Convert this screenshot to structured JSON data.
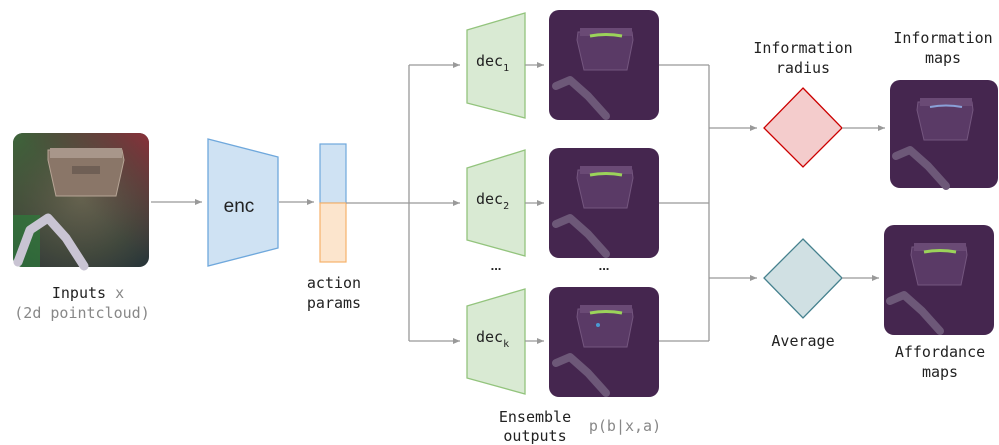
{
  "input": {
    "label": "Inputs",
    "var": "x",
    "sublabel": "(2d pointcloud)"
  },
  "encoder": {
    "label": "enc"
  },
  "action_params": {
    "label_line1": "action",
    "label_line2": "params"
  },
  "decoders": [
    {
      "base": "dec",
      "sub": "1"
    },
    {
      "base": "dec",
      "sub": "2"
    },
    {
      "base": "dec",
      "sub": "k"
    }
  ],
  "ellipsis": "...",
  "ensemble": {
    "label_line1": "Ensemble",
    "label_line2": "outputs",
    "formula": "p(b|x,a)"
  },
  "info_radius": {
    "label_line1": "Information",
    "label_line2": "radius"
  },
  "info_maps": {
    "label_line1": "Information",
    "label_line2": "maps"
  },
  "average": {
    "label": "Average"
  },
  "affordance_maps": {
    "label_line1": "Affordance",
    "label_line2": "maps"
  },
  "colors": {
    "encoder_fill": "#cfe2f3",
    "encoder_stroke": "#6fa8dc",
    "params_top": "#cfe2f3",
    "params_bottom": "#fce5cd",
    "params_bottom_stroke": "#f6b26b",
    "decoder_fill": "#d9ead3",
    "decoder_stroke": "#93c47d",
    "info_fill": "#f4cccc",
    "info_stroke": "#cc0000",
    "avg_fill": "#d0e0e3",
    "avg_stroke": "#45818e",
    "panel_bg": "#45264f",
    "arrow": "#999999"
  }
}
